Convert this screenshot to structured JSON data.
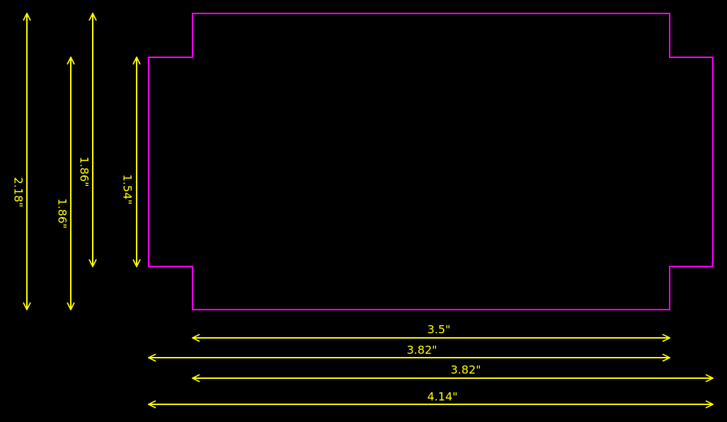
{
  "colors": {
    "background": "#000000",
    "outline": "#ff00ff",
    "dimension": "#ffff00"
  },
  "outline": {
    "label": ""
  },
  "dimensions": {
    "vertical": {
      "v1": "2.18\"",
      "v2": "1.86\"",
      "v3": "1.86\"",
      "v4": "1.54\""
    },
    "horizontal": {
      "h1": "3.5\"",
      "h2": "3.82\"",
      "h3": "3.82\"",
      "h4": "4.14\""
    }
  }
}
